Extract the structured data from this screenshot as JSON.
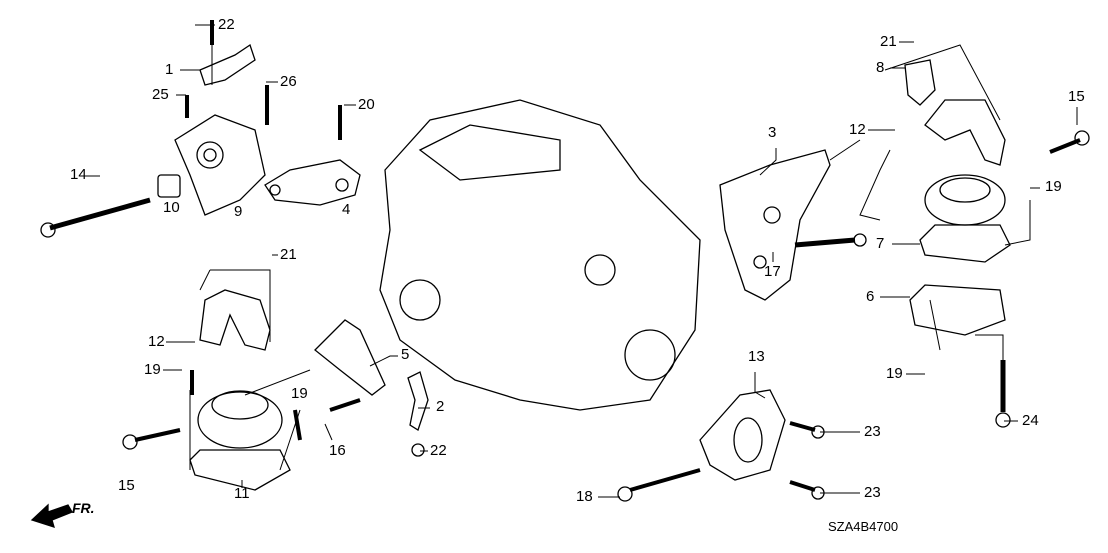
{
  "diagram_code": "SZA4B4700",
  "front_indicator": "FR.",
  "callouts": [
    "22",
    "1",
    "26",
    "25",
    "20",
    "14",
    "10",
    "9",
    "4",
    "21",
    "12",
    "5",
    "19",
    "19",
    "2",
    "16",
    "22",
    "15",
    "11",
    "21",
    "8",
    "15",
    "12",
    "3",
    "19",
    "7",
    "17",
    "6",
    "13",
    "19",
    "24",
    "23",
    "18",
    "23"
  ],
  "colors": {
    "ink": "#000000",
    "background": "#ffffff"
  }
}
